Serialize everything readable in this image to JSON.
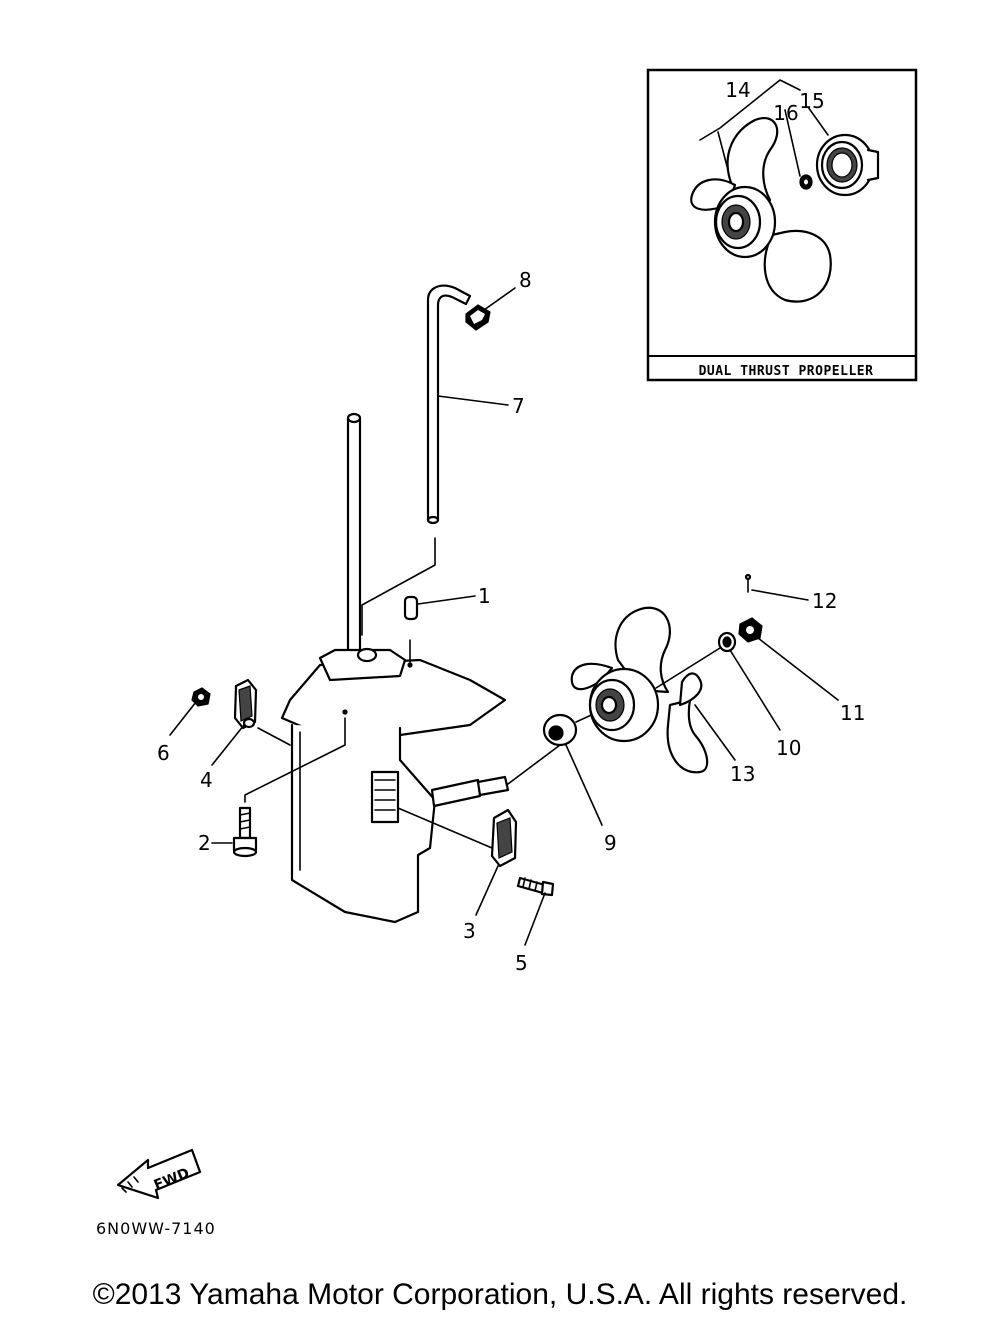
{
  "inset": {
    "title": "DUAL THRUST PROPELLER"
  },
  "callouts": {
    "c1": "1",
    "c2": "2",
    "c3": "3",
    "c4": "4",
    "c5": "5",
    "c6": "6",
    "c7": "7",
    "c8": "8",
    "c9": "9",
    "c10": "10",
    "c11": "11",
    "c12": "12",
    "c13": "13",
    "c14": "14",
    "c15": "15",
    "c16": "16"
  },
  "fwd_arrow": {
    "label": "FWD"
  },
  "diagram_code": "6N0WW-7140",
  "copyright": "©2013 Yamaha Motor Corporation, U.S.A. All rights reserved."
}
